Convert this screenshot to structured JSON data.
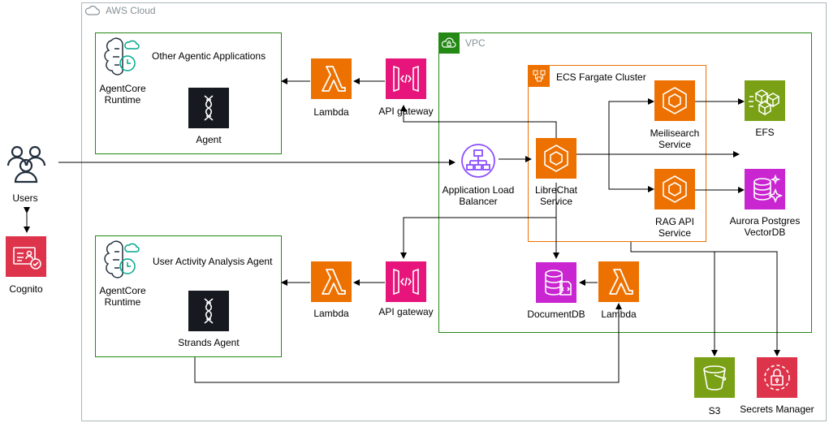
{
  "groups": {
    "aws_cloud": "AWS Cloud",
    "vpc": "VPC",
    "ecs_cluster": "ECS Fargate Cluster",
    "runtime_top": "Other Agentic Applications",
    "runtime_bottom": "User Activity Analysis Agent"
  },
  "nodes": {
    "users": "Users",
    "cognito": "Cognito",
    "agentcore_top": "AgentCore\nRuntime",
    "agent_top": "Agent",
    "agentcore_bottom": "AgentCore\nRuntime",
    "agent_bottom": "Strands Agent",
    "lambda_top": "Lambda",
    "apigw_top": "API gateway",
    "lambda_bottom": "Lambda",
    "apigw_bottom": "API gateway",
    "alb": "Application Load\nBalancer",
    "librechat": "LibreChat\nService",
    "meilisearch": "Meilisearch\nService",
    "rag_api": "RAG API\nService",
    "efs": "EFS",
    "aurora": "Aurora Postgres\nVectorDB",
    "documentdb": "DocumentDB",
    "lambda_vpc": "Lambda",
    "s3": "S3",
    "secrets": "Secrets Manager"
  },
  "colors": {
    "compute": "#ed7100",
    "integration": "#e7157b",
    "database": "#c925d1",
    "storage": "#7aa116",
    "security": "#dd344c",
    "vpc_border": "#248814",
    "cloud_border": "#aab7b8"
  },
  "icons": {
    "users": "users-icon",
    "cognito": "cognito-icon",
    "agentcore": "brain-icon",
    "agent": "dna-icon",
    "lambda": "lambda-icon",
    "apigw": "api-gateway-icon",
    "alb": "load-balancer-icon",
    "ecs_service": "container-service-icon",
    "efs": "efs-icon",
    "aurora": "aurora-icon",
    "documentdb": "documentdb-icon",
    "s3": "s3-bucket-icon",
    "secrets": "secrets-manager-icon"
  }
}
